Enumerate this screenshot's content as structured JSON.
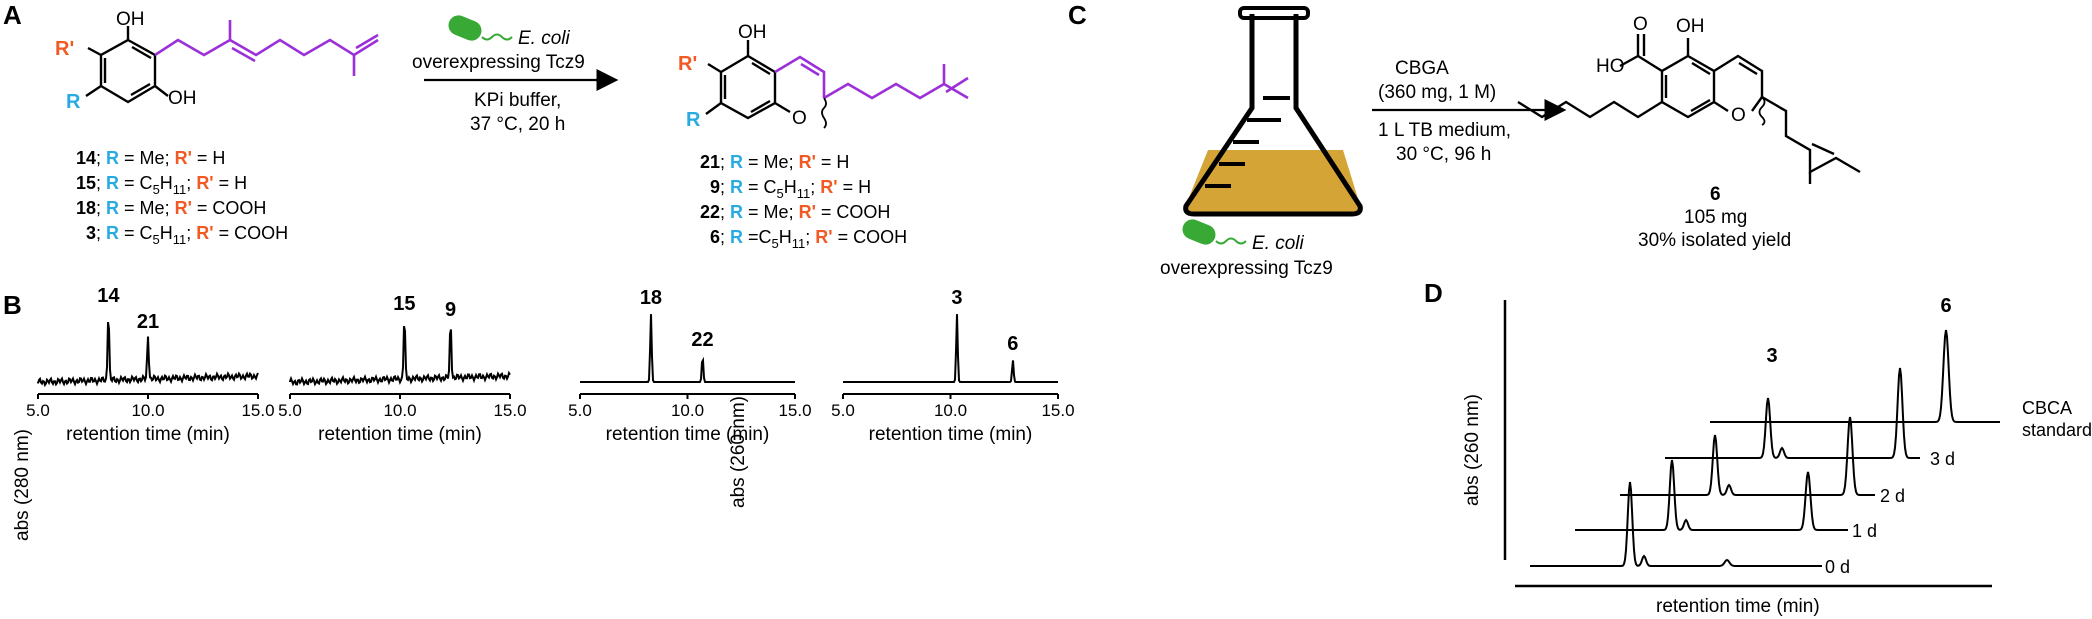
{
  "panel_labels": {
    "a": "A",
    "b": "B",
    "c": "C",
    "d": "D"
  },
  "panel_a": {
    "reactant_rows": [
      {
        "num": "14",
        "sep": "; ",
        "r": "R",
        "r_val": " = Me; ",
        "rp": "R'",
        "rp_val": " = H"
      },
      {
        "num": "15",
        "sep": "; ",
        "r": "R",
        "r_val": " = C",
        "r_sub": "5",
        "r_val2": "H",
        "r_sub2": "11",
        "r_val3": "; ",
        "rp": "R'",
        "rp_val": " = H"
      },
      {
        "num": "18",
        "sep": "; ",
        "r": "R",
        "r_val": " = Me; ",
        "rp": "R'",
        "rp_val": " = COOH"
      },
      {
        "num": "3",
        "sep": "; ",
        "r": "R",
        "r_val": " = C",
        "r_sub": "5",
        "r_val2": "H",
        "r_sub2": "11",
        "r_val3": "; ",
        "rp": "R'",
        "rp_val": " = COOH"
      }
    ],
    "product_rows": [
      {
        "num": "21",
        "sep": "; ",
        "r": "R",
        "r_val": " = Me; ",
        "rp": "R'",
        "rp_val": " = H"
      },
      {
        "num": "9",
        "sep": "; ",
        "r": "R",
        "r_val": " = C",
        "r_sub": "5",
        "r_val2": "H",
        "r_sub2": "11",
        "r_val3": "; ",
        "rp": "R'",
        "rp_val": " = H"
      },
      {
        "num": "22",
        "sep": "; ",
        "r": "R",
        "r_val": " = Me; ",
        "rp": "R'",
        "rp_val": " = COOH"
      },
      {
        "num": "6",
        "sep": "; ",
        "r": "R",
        "r_val": " =C",
        "r_sub": "5",
        "r_val2": "H",
        "r_sub2": "11",
        "r_val3": "; ",
        "rp": "R'",
        "rp_val": " = COOH"
      }
    ],
    "organism": "E. coli",
    "arrow_top": "overexpressing Tcz9",
    "arrow_bottom1": "KPi buffer,",
    "arrow_bottom2": "37 °C, 20 h",
    "atom_oh": "OH",
    "atom_o": "O",
    "atom_r": "R",
    "atom_rp": "R'"
  },
  "panel_c": {
    "organism": "E. coli",
    "flask_caption": "overexpressing Tcz9",
    "arrow_top1": "CBGA",
    "arrow_top2": "(360 mg, 1 M)",
    "arrow_bottom1": "1 L TB medium,",
    "arrow_bottom2": "30 °C, 96 h",
    "product_num": "6",
    "product_mass": "105 mg",
    "product_yield": "30% isolated yield",
    "atom_oh": "OH",
    "atom_hoo": "HO",
    "atom_o_carbonyl": "O",
    "atom_o_ring": "O"
  },
  "panel_b": {
    "xlabel": "retention time (min)",
    "ylabel_left": "abs (280 nm)",
    "ylabel_right": "abs (260 nm)",
    "chromatograms": [
      {
        "peaks": [
          {
            "label": "14",
            "x": 8.2
          },
          {
            "label": "21",
            "x": 10.0
          }
        ],
        "ticks": [
          "5.0",
          "10.0",
          "15.0"
        ]
      },
      {
        "peaks": [
          {
            "label": "15",
            "x": 10.2
          },
          {
            "label": "9",
            "x": 12.3
          }
        ],
        "ticks": [
          "5.0",
          "10.0",
          "15.0"
        ]
      },
      {
        "peaks": [
          {
            "label": "18",
            "x": 8.3
          },
          {
            "label": "22",
            "x": 10.7
          }
        ],
        "ticks": [
          "5.0",
          "10.0",
          "15.0"
        ]
      },
      {
        "peaks": [
          {
            "label": "3",
            "x": 10.3
          },
          {
            "label": "6",
            "x": 12.9
          }
        ],
        "ticks": [
          "5.0",
          "10.0",
          "15.0"
        ]
      }
    ]
  },
  "panel_d": {
    "ylabel": "abs (260 nm)",
    "xlabel": "retention time (min)",
    "peak_labels": {
      "cbga": "3",
      "cbca": "6"
    },
    "traces": [
      {
        "label": "0 d"
      },
      {
        "label": "1 d"
      },
      {
        "label": "2 d"
      },
      {
        "label": "3 d"
      },
      {
        "label": "CBCA",
        "label2": "standard"
      }
    ]
  },
  "colors": {
    "r": "#29abe2",
    "rp": "#f15a24",
    "prenyl": "#9b30d9",
    "bacterium": "#39a935",
    "medium": "#d4a437"
  },
  "chart_data": {
    "type": "line",
    "title": "",
    "xlabel": "retention time (min)",
    "ylabel": "abs (280 nm) / abs (260 nm)",
    "xlim": [
      5.0,
      15.0
    ],
    "series": [
      {
        "name": "14",
        "x": [
          8.2
        ],
        "values": [
          1.0
        ]
      },
      {
        "name": "21",
        "x": [
          10.0
        ],
        "values": [
          0.55
        ]
      },
      {
        "name": "15",
        "x": [
          10.2
        ],
        "values": [
          0.75
        ]
      },
      {
        "name": "9",
        "x": [
          12.3
        ],
        "values": [
          0.65
        ]
      },
      {
        "name": "18",
        "x": [
          8.3
        ],
        "values": [
          1.0
        ]
      },
      {
        "name": "22",
        "x": [
          10.7
        ],
        "values": [
          0.4
        ]
      },
      {
        "name": "3",
        "x": [
          10.3
        ],
        "values": [
          1.0
        ]
      },
      {
        "name": "6",
        "x": [
          12.9
        ],
        "values": [
          0.2
        ]
      }
    ]
  }
}
